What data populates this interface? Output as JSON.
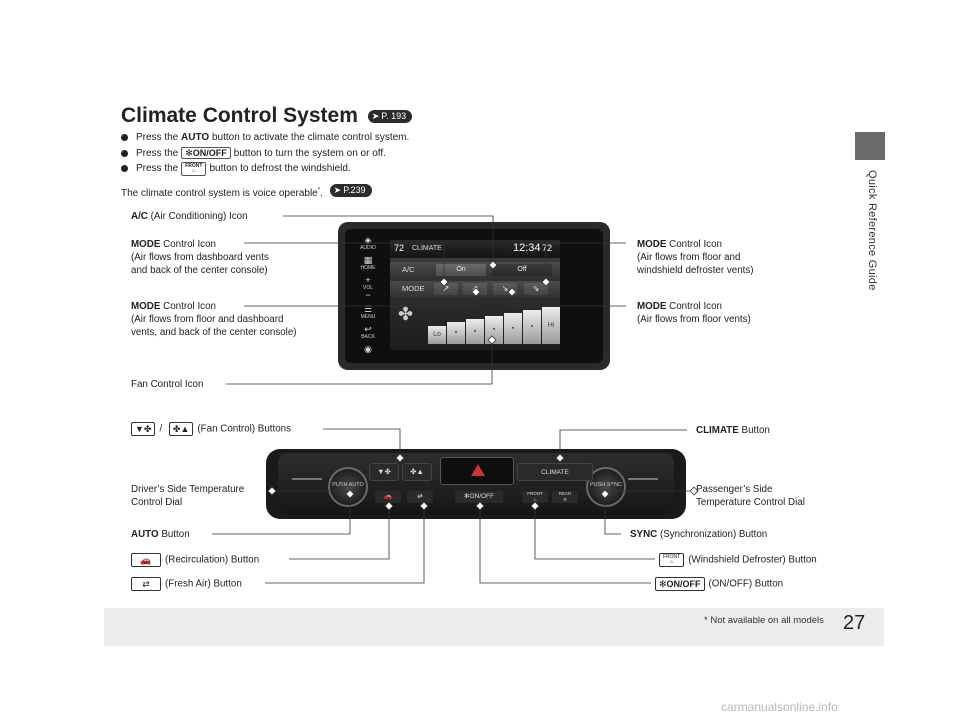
{
  "section": {
    "side_label": "Quick Reference Guide",
    "page_number": "27",
    "footnote": "* Not available on all models"
  },
  "header": {
    "title": "Climate Control System",
    "title_ref": "P. 193"
  },
  "bullets": {
    "b1_pre": "Press the",
    "b1_key": "AUTO",
    "b1_post": "button to activate the climate control system.",
    "b2_pre": "Press the",
    "b2_key": "ON/OFF",
    "b2_post": "button to turn the system on or off.",
    "b3_pre": "Press the",
    "b3_key": "FRONT",
    "b3_post": "button to defrost the windshield."
  },
  "voice": {
    "text": "The climate control system is voice operable",
    "star": "*",
    "period": ".",
    "ref": "P.239"
  },
  "screen": {
    "temp_left": "72",
    "climate_label": "CLIMATE",
    "clock": "12:34",
    "temp_right": "72",
    "ac_label": "A/C",
    "ac_on": "On",
    "ac_off": "Off",
    "mode_label": "MODE",
    "fan_lo": "Lo",
    "fan_hi": "Hi",
    "side_audio": "AUDIO",
    "side_home": "HOME",
    "side_vol": "VOL",
    "side_menu": "MENU",
    "side_back": "BACK"
  },
  "panel": {
    "dial_left": "PUSH AUTO",
    "dial_right": "PUSH SYNC",
    "climate_button": "CLIMATE",
    "onoff_button": "ON/OFF",
    "front_label": "FRONT",
    "rear_label": "REAR"
  },
  "callouts": {
    "ac_bold": "A/C",
    "ac_rest": "(Air Conditioning) Icon",
    "mode1_bold": "MODE",
    "mode1_rest": "Control Icon",
    "mode1_l2": "(Air flows from dashboard vents",
    "mode1_l3": "and back of the center console)",
    "mode2_bold": "MODE",
    "mode2_rest": "Control Icon",
    "mode2_l2": "(Air flows from floor and dashboard",
    "mode2_l3": "vents, and back of the center console)",
    "mode3_bold": "MODE",
    "mode3_rest": "Control Icon",
    "mode3_l2": "(Air flows from floor and",
    "mode3_l3": "windshield defroster vents)",
    "mode4_bold": "MODE",
    "mode4_rest": "Control Icon",
    "mode4_l2": "(Air flows from floor vents)",
    "fan_icon": "Fan Control Icon",
    "fan_buttons_sep": "/",
    "fan_buttons": "(Fan Control) Buttons",
    "climate_bold": "CLIMATE",
    "climate_rest": "Button",
    "driver_l1": "Driver’s Side Temperature",
    "driver_l2": "Control Dial",
    "passenger_l1": "Passenger’s Side",
    "passenger_l2": "Temperature Control Dial",
    "auto_bold": "AUTO",
    "auto_rest": "Button",
    "sync_bold": "SYNC",
    "sync_rest": "(Synchronization) Button",
    "recirc": "(Recirculation) Button",
    "defrost": "(Windshield Defroster) Button",
    "fresh": "(Fresh Air) Button",
    "onoff": "(ON/OFF) Button"
  },
  "watermark": "carmanualsonline.info"
}
